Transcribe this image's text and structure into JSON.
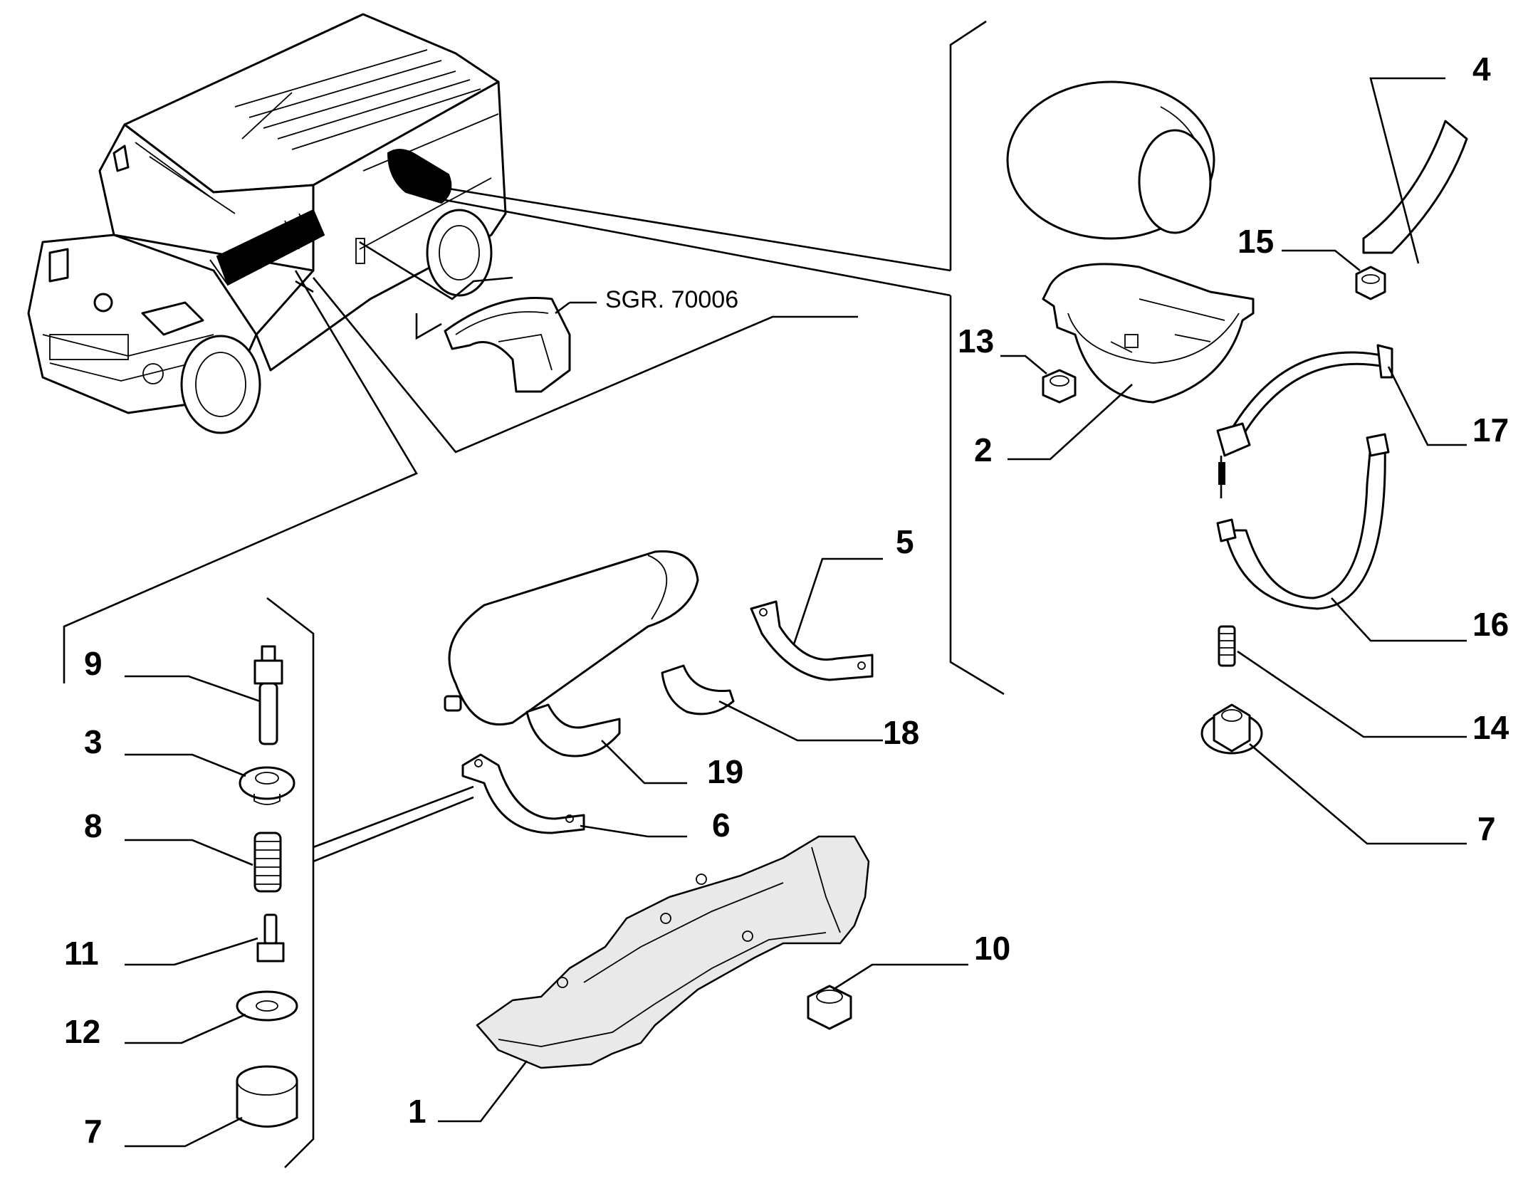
{
  "diagram": {
    "reference": "SGR. 70006",
    "callouts": [
      {
        "id": "c1",
        "label": "1"
      },
      {
        "id": "c2",
        "label": "2"
      },
      {
        "id": "c3",
        "label": "3"
      },
      {
        "id": "c4",
        "label": "4"
      },
      {
        "id": "c5",
        "label": "5"
      },
      {
        "id": "c6",
        "label": "6"
      },
      {
        "id": "c7a",
        "label": "7"
      },
      {
        "id": "c7b",
        "label": "7"
      },
      {
        "id": "c8",
        "label": "8"
      },
      {
        "id": "c9",
        "label": "9"
      },
      {
        "id": "c10",
        "label": "10"
      },
      {
        "id": "c11",
        "label": "11"
      },
      {
        "id": "c12",
        "label": "12"
      },
      {
        "id": "c13",
        "label": "13"
      },
      {
        "id": "c14",
        "label": "14"
      },
      {
        "id": "c15",
        "label": "15"
      },
      {
        "id": "c16",
        "label": "16"
      },
      {
        "id": "c17",
        "label": "17"
      },
      {
        "id": "c18",
        "label": "18"
      },
      {
        "id": "c19",
        "label": "19"
      }
    ]
  }
}
